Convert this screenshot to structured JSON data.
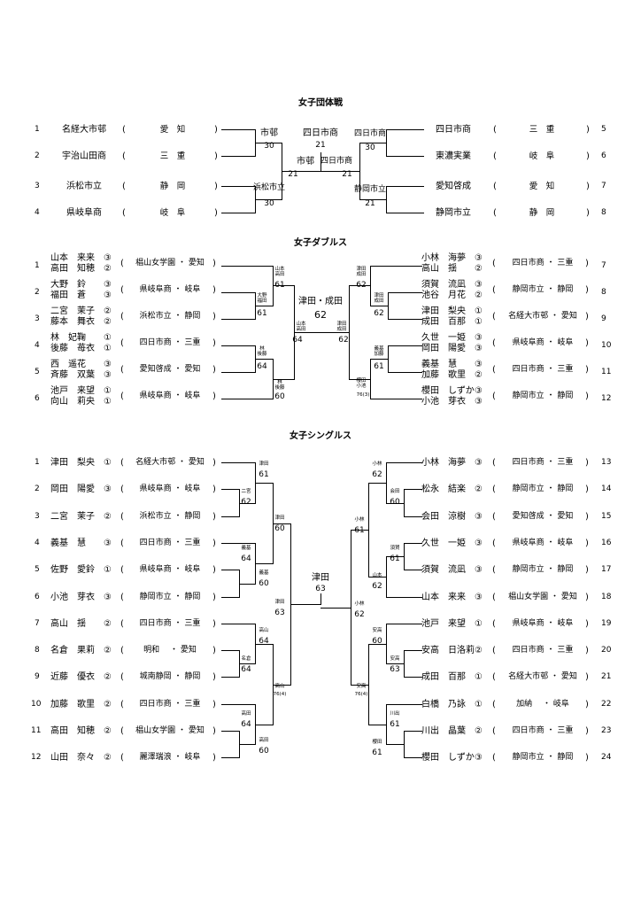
{
  "team": {
    "title": "女子団体戦",
    "left": [
      {
        "no": "1",
        "name": "名経大市邨",
        "pref": "愛　知"
      },
      {
        "no": "2",
        "name": "宇治山田商",
        "pref": "三　重"
      },
      {
        "no": "3",
        "name": "浜松市立",
        "pref": "静　岡"
      },
      {
        "no": "4",
        "name": "県岐阜商",
        "pref": "岐　阜"
      }
    ],
    "right": [
      {
        "no": "5",
        "name": "四日市商",
        "pref": "三　重"
      },
      {
        "no": "6",
        "name": "東濃実業",
        "pref": "岐　阜"
      },
      {
        "no": "7",
        "name": "愛知啓成",
        "pref": "愛　知"
      },
      {
        "no": "8",
        "name": "静岡市立",
        "pref": "静　岡"
      }
    ],
    "labels": {
      "lt_w": "市邨",
      "lt_s": "30",
      "lb_w": "浜松市立",
      "lb_s": "30",
      "rt_w": "四日市商",
      "rt_s": "30",
      "rb_w": "静岡市立",
      "rb_s": "21",
      "champ": "四日市商",
      "champ_s": "21",
      "sf_l": "市邨",
      "sf_l_s": "21",
      "sf_r": "四日市商",
      "sf_r_s": "21"
    }
  },
  "doubles": {
    "title": "女子ダブルス",
    "left": [
      {
        "no": "1",
        "p1": "山本　来来",
        "g1": "③",
        "p2": "高田　知穂",
        "g2": "②",
        "aff": "椙山女学園 ・ 愛知"
      },
      {
        "no": "2",
        "p1": "大野　鈴",
        "g1": "③",
        "p2": "福田　蒼",
        "g2": "③",
        "aff": "県岐阜商 ・ 岐阜"
      },
      {
        "no": "3",
        "p1": "二宮　茉子",
        "g1": "②",
        "p2": "藤本　舞衣",
        "g2": "②",
        "aff": "浜松市立 ・ 静岡"
      },
      {
        "no": "4",
        "p1": "林　妃鞠",
        "g1": "①",
        "p2": "後藤　苺衣",
        "g2": "①",
        "aff": "四日市商 ・ 三重"
      },
      {
        "no": "5",
        "p1": "西　遥花",
        "g1": "③",
        "p2": "斉藤　双葉",
        "g2": "③",
        "aff": "愛知啓成 ・ 愛知"
      },
      {
        "no": "6",
        "p1": "池戸　来望",
        "g1": "①",
        "p2": "向山　莉央",
        "g2": "①",
        "aff": "県岐阜商 ・ 岐阜"
      }
    ],
    "right": [
      {
        "no": "7",
        "p1": "小林　海夢",
        "g1": "③",
        "p2": "高山　揺",
        "g2": "②",
        "aff": "四日市商 ・ 三重"
      },
      {
        "no": "8",
        "p1": "須賀　流凪",
        "g1": "③",
        "p2": "池谷　月花",
        "g2": "②",
        "aff": "静岡市立 ・ 静岡"
      },
      {
        "no": "9",
        "p1": "津田　梨央",
        "g1": "①",
        "p2": "成田　百那",
        "g2": "①",
        "aff": "名経大市邨 ・ 愛知"
      },
      {
        "no": "10",
        "p1": "久世　一姫",
        "g1": "③",
        "p2": "岡田　陽愛",
        "g2": "③",
        "aff": "県岐阜商 ・ 岐阜"
      },
      {
        "no": "11",
        "p1": "義基　慧",
        "g1": "③",
        "p2": "加藤　歌里",
        "g2": "②",
        "aff": "四日市商 ・ 三重"
      },
      {
        "no": "12",
        "p1": "櫻田　しずか",
        "g1": "③",
        "p2": "小池　芽衣",
        "g2": "③",
        "aff": "静岡市立 ・ 静岡"
      }
    ],
    "labels": {
      "l_sf_top": "山本\n高田",
      "l_sf_top_s": "61",
      "l_q1": "大野\n福田",
      "l_q1_s": "61",
      "l_q2": "林\n後藤",
      "l_q2_s": "64",
      "l_sf_bot": "林\n後藤",
      "l_sf_bot_s": "60",
      "r_sf_top": "津田\n成田",
      "r_sf_top_s": "62",
      "r_q1": "津田\n成田",
      "r_q1_s": "62",
      "r_q2": "義基\n加藤",
      "r_q2_s": "61",
      "r_sf_bot": "櫻田\n小池",
      "r_sf_bot_s": "76(3)",
      "champ": "津田・成田",
      "champ_s": "62",
      "fl": "山本\n高田",
      "fl_s": "64",
      "fr": "津田\n成田",
      "fr_s": "62"
    }
  },
  "singles": {
    "title": "女子シングルス",
    "left": [
      {
        "no": "1",
        "name": "津田　梨央",
        "g": "①",
        "aff": "名経大市邨 ・ 愛知"
      },
      {
        "no": "2",
        "name": "岡田　陽愛",
        "g": "③",
        "aff": "県岐阜商 ・ 岐阜"
      },
      {
        "no": "3",
        "name": "二宮　茉子",
        "g": "②",
        "aff": "浜松市立 ・ 静岡"
      },
      {
        "no": "4",
        "name": "義基　慧",
        "g": "③",
        "aff": "四日市商 ・ 三重"
      },
      {
        "no": "5",
        "name": "佐野　愛鈴",
        "g": "①",
        "aff": "県岐阜商 ・ 岐阜"
      },
      {
        "no": "6",
        "name": "小池　芽衣",
        "g": "③",
        "aff": "静岡市立 ・ 静岡"
      },
      {
        "no": "7",
        "name": "高山　揺",
        "g": "②",
        "aff": "四日市商 ・ 三重"
      },
      {
        "no": "8",
        "name": "名倉　果莉",
        "g": "②",
        "aff": "明和　 ・ 愛知"
      },
      {
        "no": "9",
        "name": "近藤　優衣",
        "g": "②",
        "aff": "城南静岡 ・ 静岡"
      },
      {
        "no": "10",
        "name": "加藤　歌里",
        "g": "②",
        "aff": "四日市商 ・ 三重"
      },
      {
        "no": "11",
        "name": "高田　知穂",
        "g": "②",
        "aff": "椙山女学園 ・ 愛知"
      },
      {
        "no": "12",
        "name": "山田　奈々",
        "g": "②",
        "aff": "麗澤瑞浪 ・ 岐阜"
      }
    ],
    "right": [
      {
        "no": "13",
        "name": "小林　海夢",
        "g": "③",
        "aff": "四日市商 ・ 三重"
      },
      {
        "no": "14",
        "name": "松永　結楽",
        "g": "②",
        "aff": "静岡市立 ・ 静岡"
      },
      {
        "no": "15",
        "name": "会田　涼樹",
        "g": "③",
        "aff": "愛知啓成 ・ 愛知"
      },
      {
        "no": "16",
        "name": "久世　一姫",
        "g": "③",
        "aff": "県岐阜商 ・ 岐阜"
      },
      {
        "no": "17",
        "name": "須賀　流凪",
        "g": "③",
        "aff": "静岡市立 ・ 静岡"
      },
      {
        "no": "18",
        "name": "山本　来来",
        "g": "③",
        "aff": "椙山女学園 ・ 愛知"
      },
      {
        "no": "19",
        "name": "池戸　来望",
        "g": "①",
        "aff": "県岐阜商 ・ 岐阜"
      },
      {
        "no": "20",
        "name": "安高　日洛莉",
        "g": "②",
        "aff": "四日市商 ・ 三重"
      },
      {
        "no": "21",
        "name": "成田　百那",
        "g": "①",
        "aff": "名経大市邨 ・ 愛知"
      },
      {
        "no": "22",
        "name": "白橋　乃詠",
        "g": "①",
        "aff": "加納　 ・ 岐阜"
      },
      {
        "no": "23",
        "name": "川出　晶葉",
        "g": "②",
        "aff": "四日市商 ・ 三重"
      },
      {
        "no": "24",
        "name": "櫻田　しずか",
        "g": "③",
        "aff": "静岡市立 ・ 静岡"
      }
    ],
    "labels": {
      "l1": "津田",
      "l1s": "61",
      "l2": "二宮",
      "l2s": "62",
      "l3": "津田",
      "l3s": "60",
      "l4": "義基",
      "l4s": "64",
      "l5": "義基",
      "l5s": "60",
      "l6": "津田",
      "l6s": "63",
      "l7": "高山",
      "l7s": "64",
      "l8": "名倉",
      "l8s": "64",
      "l9": "高山",
      "l9s": "76(4)",
      "l10": "高田",
      "l10s": "64",
      "l11": "高田",
      "l11s": "60",
      "r1": "小林",
      "r1s": "62",
      "r2": "会田",
      "r2s": "60",
      "r3": "小林",
      "r3s": "61",
      "r4": "須賀",
      "r4s": "61",
      "r5": "山本",
      "r5s": "62",
      "r6": "小林",
      "r6s": "62",
      "r7": "安高",
      "r7s": "60",
      "r8": "安高",
      "r8s": "63",
      "r9": "安高",
      "r9s": "76(4)",
      "r10": "川出",
      "r10s": "61",
      "r11": "櫻田",
      "r11s": "61",
      "champ": "津田",
      "champ_s": "63"
    }
  }
}
